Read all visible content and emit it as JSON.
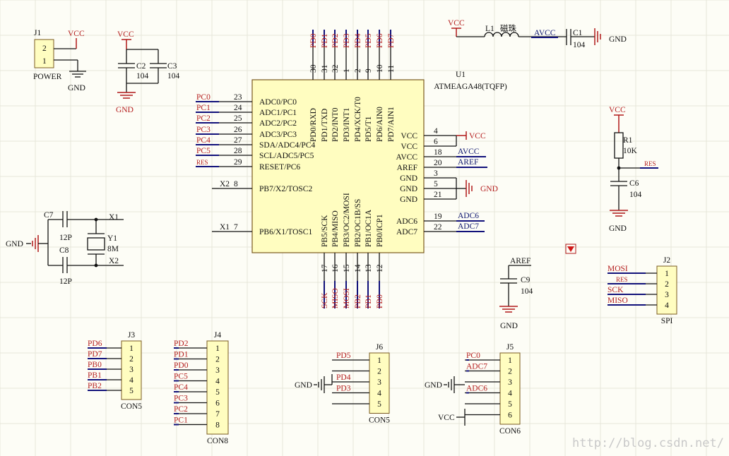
{
  "watermark": "http://blog.csdn.net/",
  "u1": {
    "ref": "U1",
    "part": "ATMEAGA48(TQFP)",
    "left": [
      {
        "pin": "23",
        "func": "ADC0/PC0",
        "net": "PC0"
      },
      {
        "pin": "24",
        "func": "ADC1/PC1",
        "net": "PC1"
      },
      {
        "pin": "25",
        "func": "ADC2/PC2",
        "net": "PC2"
      },
      {
        "pin": "26",
        "func": "ADC3/PC3",
        "net": "PC3"
      },
      {
        "pin": "27",
        "func": "SDA/ADC4/PC4",
        "net": "PC4"
      },
      {
        "pin": "28",
        "func": "SCL/ADC5/PC5",
        "net": "PC5"
      },
      {
        "pin": "29",
        "func": "RESET/PC6",
        "net": "RES"
      },
      {
        "pin": "8",
        "func": "PB7/X2/TOSC2",
        "net": "X2"
      },
      {
        "pin": "7",
        "func": "PB6/X1/TOSC1",
        "net": "X1"
      }
    ],
    "right": [
      {
        "pin": "4",
        "func": "VCC",
        "net": "VCC"
      },
      {
        "pin": "6",
        "func": "VCC",
        "net": ""
      },
      {
        "pin": "18",
        "func": "AVCC",
        "net": "AVCC"
      },
      {
        "pin": "20",
        "func": "AREF",
        "net": "AREF"
      },
      {
        "pin": "3",
        "func": "GND",
        "net": ""
      },
      {
        "pin": "5",
        "func": "GND",
        "net": "GND"
      },
      {
        "pin": "21",
        "func": "GND",
        "net": ""
      },
      {
        "pin": "19",
        "func": "ADC6",
        "net": "ADC6"
      },
      {
        "pin": "22",
        "func": "ADC7",
        "net": "ADC7"
      }
    ],
    "top": [
      {
        "pin": "30",
        "func": "PD0/RXD",
        "net": "PD0"
      },
      {
        "pin": "31",
        "func": "PD1/TXD",
        "net": "PD1"
      },
      {
        "pin": "32",
        "func": "PD2/INT0",
        "net": "PD2"
      },
      {
        "pin": "1",
        "func": "PD3/INT1",
        "net": "PD3"
      },
      {
        "pin": "2",
        "func": "PD4/XCK/T0",
        "net": "PD4"
      },
      {
        "pin": "9",
        "func": "PD5/T1",
        "net": "PD5"
      },
      {
        "pin": "10",
        "func": "PD6/AIN0",
        "net": "PD6"
      },
      {
        "pin": "11",
        "func": "PD7/AIN1",
        "net": "PD7"
      }
    ],
    "bottom": [
      {
        "pin": "17",
        "func": "PB5/SCK",
        "net": "SCK"
      },
      {
        "pin": "16",
        "func": "PB4/MISO",
        "net": "MISO"
      },
      {
        "pin": "15",
        "func": "PB3/OC2/MOSI",
        "net": "MOSI"
      },
      {
        "pin": "14",
        "func": "PB2/OC1B/SS",
        "net": "PB2"
      },
      {
        "pin": "13",
        "func": "PB1/OC1A",
        "net": "PB1"
      },
      {
        "pin": "12",
        "func": "PB0/ICP1",
        "net": "PB0"
      }
    ]
  },
  "j1": {
    "ref": "J1",
    "name": "POWER",
    "pins": [
      "2",
      "1"
    ],
    "vcc": "VCC",
    "gnd": "GND"
  },
  "c2c3": {
    "c2": "C2",
    "c3": "C3",
    "value": "104",
    "vcc": "VCC",
    "gnd": "GND"
  },
  "l1": {
    "vcc": "VCC",
    "ref": "L1",
    "name": "磁珠",
    "net": "AVCC",
    "cap": "C1",
    "value": "104",
    "gnd": "GND"
  },
  "reset": {
    "vcc": "VCC",
    "r_ref": "R1",
    "r_val": "10K",
    "net": "RES",
    "c_ref": "C6",
    "c_val": "104",
    "gnd": "GND"
  },
  "xtal": {
    "gnd": "GND",
    "c7": "C7",
    "c8": "C8",
    "cval": "12P",
    "y_ref": "Y1",
    "y_val": "8M",
    "x1": "X1",
    "x2": "X2"
  },
  "aref_cap": {
    "net": "AREF",
    "ref": "C9",
    "value": "104",
    "gnd": "GND"
  },
  "j2": {
    "ref": "J2",
    "name": "SPI",
    "pins": [
      "1",
      "2",
      "3",
      "4"
    ],
    "nets": [
      "MOSI",
      "RES",
      "SCK",
      "MISO"
    ]
  },
  "j3": {
    "ref": "J3",
    "name": "CON5",
    "pins": [
      "1",
      "2",
      "3",
      "4",
      "5"
    ],
    "nets": [
      "PD6",
      "PD7",
      "PB0",
      "PB1",
      "PB2"
    ]
  },
  "j4": {
    "ref": "J4",
    "name": "CON8",
    "pins": [
      "1",
      "2",
      "3",
      "4",
      "5",
      "6",
      "7",
      "8"
    ],
    "nets": [
      "PD2",
      "PD1",
      "PD0",
      "PC5",
      "PC4",
      "PC3",
      "PC2",
      "PC1"
    ]
  },
  "j6": {
    "ref": "J6",
    "name": "CON5",
    "pins": [
      "1",
      "2",
      "3",
      "4",
      "5"
    ],
    "nets": [
      "PD5",
      "",
      "PD4",
      "PD3",
      ""
    ],
    "gnd": "GND"
  },
  "j5": {
    "ref": "J5",
    "name": "CON6",
    "pins": [
      "1",
      "2",
      "3",
      "4",
      "5",
      "6"
    ],
    "nets": [
      "PC0",
      "ADC7",
      "",
      "ADC6",
      "",
      ""
    ],
    "gnd": "GND",
    "vcc": "VCC"
  }
}
